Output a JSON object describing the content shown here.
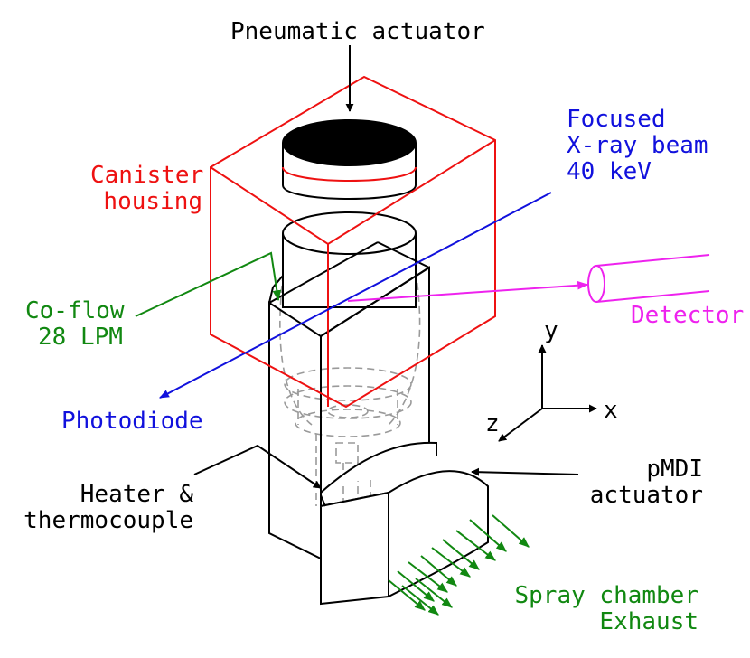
{
  "labels": {
    "pneumatic_actuator": "Pneumatic actuator",
    "canister_housing": [
      "Canister",
      "housing"
    ],
    "xray_beam": [
      "Focused",
      "X-ray beam",
      "40 keV"
    ],
    "detector": "Detector",
    "co_flow": [
      "Co-flow",
      "28 LPM"
    ],
    "photodiode": "Photodiode",
    "axis_y": "y",
    "axis_x": "x",
    "axis_z": "z",
    "heater": [
      "Heater &",
      "thermocouple"
    ],
    "pmdi_actuator": [
      "pMDI",
      "actuator"
    ],
    "spray_chamber": [
      "Spray chamber",
      "Exhaust"
    ]
  },
  "colors": {
    "canister_housing": "#ee1111",
    "xray_beam": "#1111dd",
    "detector": "#ee22ee",
    "co_flow": "#118811",
    "spray": "#118811",
    "outline": "#000000",
    "hidden_lines": "#9a9a9a"
  }
}
